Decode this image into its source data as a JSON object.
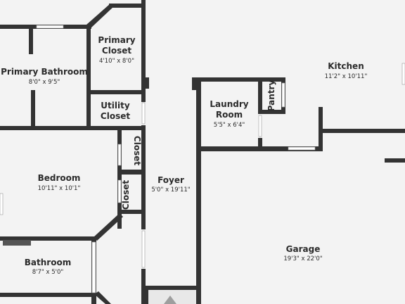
{
  "rooms": {
    "primary_bathroom": {
      "name": "Primary Bathroom",
      "dims": "8'0\" x 9'5\""
    },
    "primary_closet": {
      "name_line1": "Primary",
      "name_line2": "Closet",
      "dims": "4'10\" x 8'0\""
    },
    "utility_closet": {
      "name_line1": "Utility",
      "name_line2": "Closet"
    },
    "kitchen": {
      "name": "Kitchen",
      "dims": "11'2\" x 10'11\""
    },
    "laundry_room": {
      "name_line1": "Laundry",
      "name_line2": "Room",
      "dims": "5'5\" x 6'4\""
    },
    "pantry": {
      "name": "Pantry"
    },
    "closet_upper": {
      "name": "Closet"
    },
    "closet_lower": {
      "name": "Closet"
    },
    "bedroom": {
      "name": "Bedroom",
      "dims": "10'11\" x 10'1\""
    },
    "foyer": {
      "name": "Foyer",
      "dims": "5'0\" x 19'11\""
    },
    "garage": {
      "name": "Garage",
      "dims": "19'3\" x 22'0\""
    },
    "bathroom": {
      "name": "Bathroom",
      "dims": "8'7\" x 5'0\""
    }
  },
  "colors": {
    "background": "#f3f3f3",
    "wall": "#333333",
    "text": "#2b2b2b",
    "window": "#ffffff"
  }
}
